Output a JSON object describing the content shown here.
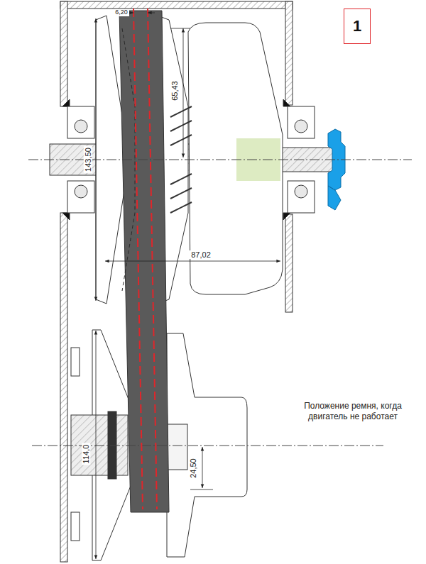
{
  "diagram": {
    "nodes": [
      {
        "text": [
          "1"
        ]
      }
    ],
    "labels": [
      "6,20",
      "65,43",
      "143,50",
      "87,02",
      "114,0",
      "24,50",
      "Положение ремня, когда двигатель не работает"
    ]
  }
}
